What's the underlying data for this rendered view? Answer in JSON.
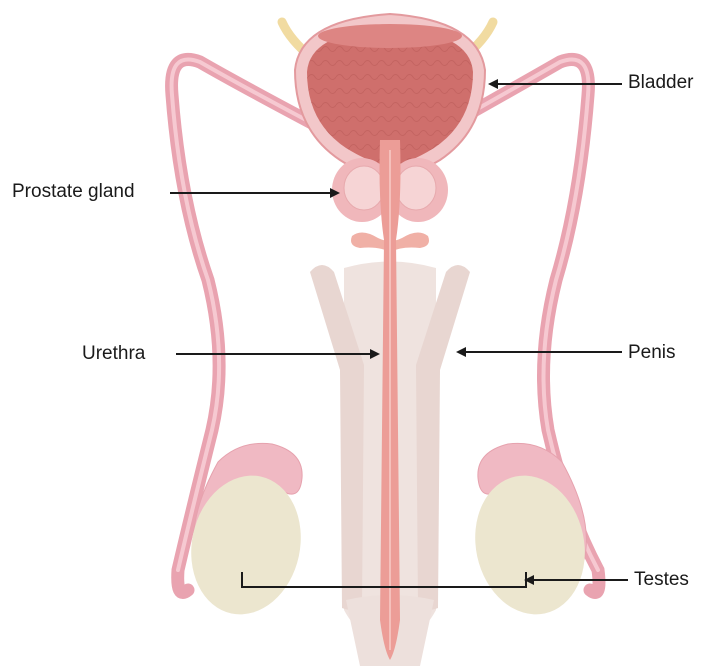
{
  "labels": {
    "bladder": "Bladder",
    "prostate": "Prostate gland",
    "urethra": "Urethra",
    "penis": "Penis",
    "testes": "Testes"
  },
  "colors": {
    "duct": "#e9a3b0",
    "bladder_outer": "#f2c7c9",
    "bladder_inner": "#cf6f6c",
    "prostate": "#f0b7bb",
    "urethra": "#ec9d97",
    "penis_tissue": "#efe1dc",
    "testis": "#ece6cf",
    "epididymis": "#f0b9c3",
    "arrow": "#1a1a1a"
  }
}
